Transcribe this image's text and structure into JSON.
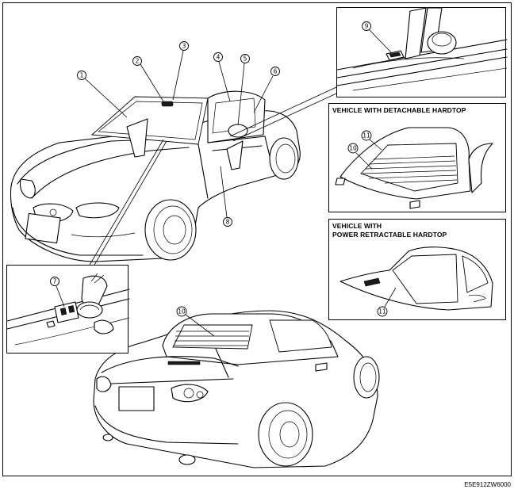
{
  "boxes": {
    "detachable_hardtop_title": "VEHICLE WITH DETACHABLE HARDTOP",
    "power_retractable_title_line1": "VEHICLE WITH",
    "power_retractable_title_line2": "POWER RETRACTABLE HARDTOP"
  },
  "callouts": {
    "n1": "1",
    "n2": "2",
    "n3": "3",
    "n4": "4",
    "n5": "5",
    "n6": "6",
    "n7": "7",
    "n8": "8",
    "n9": "9",
    "n10": "10",
    "n11": "11"
  },
  "figure_code": "E5E912ZW6000",
  "colors": {
    "line": "#000000",
    "background": "#ffffff"
  }
}
